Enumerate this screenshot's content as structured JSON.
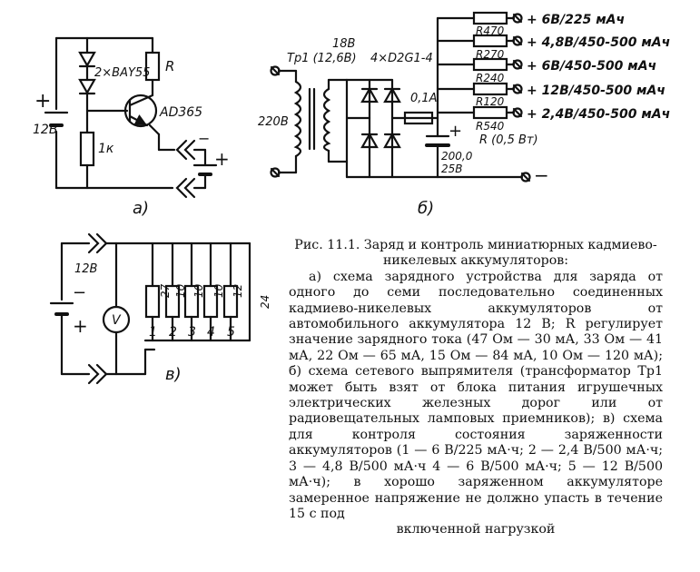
{
  "diagram_a": {
    "supply_label": "12В",
    "plus": "+",
    "minus": "−",
    "diodes": "2×BAY55",
    "resistor_r": "R",
    "resistor_1k": "1к",
    "transistor": "AD365",
    "panel_label": "а)"
  },
  "diagram_b": {
    "mains": "220В",
    "transformer": "Тр1 (12,6В)",
    "secondary": "18В",
    "bridge": "4×D2G1-4",
    "fuse": "0,1А",
    "cap": "200,0",
    "cap_v": "25В",
    "r_note": "R (0,5 Вт)",
    "resistors": [
      "R470",
      "R270",
      "R240",
      "R120",
      "R540"
    ],
    "outputs": [
      "+ 6В/225 мАч",
      "+ 4,8В/450-500 мАч",
      "+ 6В/450-500 мАч",
      "+ 12В/450-500 мАч",
      "+ 2,4В/450-500 мАч"
    ],
    "minus": "−",
    "plus": "+",
    "panel_label": "б)"
  },
  "diagram_c": {
    "supply_label": "12В",
    "plus": "+",
    "minus": "−",
    "meter": "V",
    "resistor_values": [
      "27",
      "10",
      "10",
      "10",
      "12",
      "24"
    ],
    "branch_numbers": [
      "1",
      "2",
      "3",
      "4",
      "5"
    ],
    "panel_label": "в)"
  },
  "caption": {
    "title": "Рис. 11.1. Заряд и контроль миниатюрных кадмиево-никелевых аккумуляторов:",
    "body": "а) схема зарядного устройства для заряда от одного до семи последовательно соединенных кадмиево-никелевых аккумуляторов от автомобильного аккумулятора 12 В; R регулирует значение зарядного тока (47 Ом — 30 мА, 33 Ом — 41 мА, 22 Ом — 65 мА, 15 Ом — 84 мА, 10 Ом — 120 мА); б) схема сетевого выпрямителя (трансформатор Тр1 может быть взят от блока питания игрушечных электрических железных дорог или от радиовещательных ламповых приемников); в) схема для контроля состояния заряженности аккумуляторов (1 — 6 В/225 мА·ч; 2 — 2,4 В/500 мА·ч; 3 — 4,8 В/500 мА·ч 4 — 6 В/500 мА·ч; 5 — 12 В/500 мА·ч); в хорошо заряженном аккумуляторе замеренное напряжение не должно упасть в течение 15 с под",
    "last_line": "включенной нагрузкой"
  }
}
